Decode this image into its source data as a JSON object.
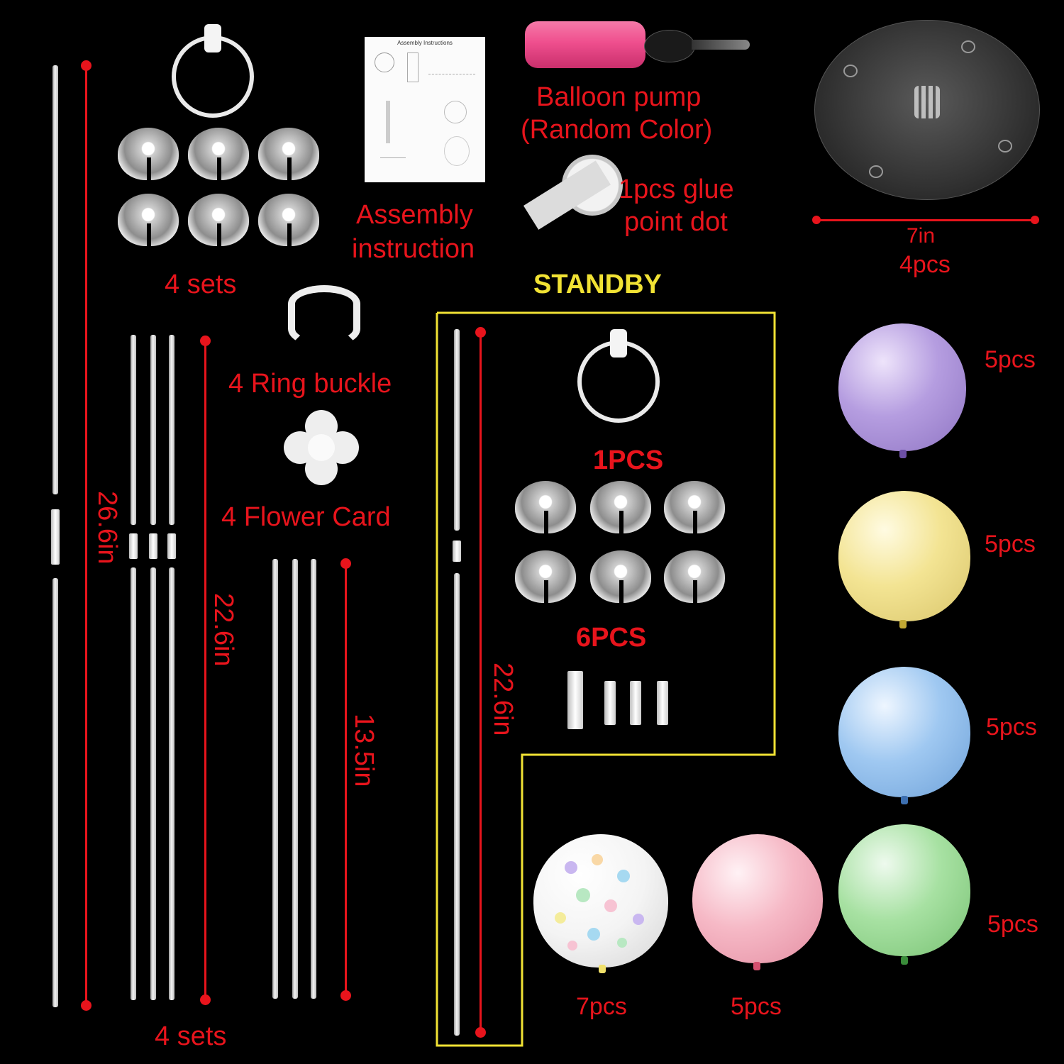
{
  "labels": {
    "ring_frame_sets": "4 sets",
    "pole_sets": "4 sets",
    "assembly": "Assembly instruction",
    "assembly_l1": "Assembly",
    "assembly_l2": "instruction",
    "pump_l1": "Balloon pump",
    "pump_l2": "(Random Color)",
    "glue_l1": "1pcs glue",
    "glue_l2": "point dot",
    "ring_buckle": "4 Ring buckle",
    "flower_card": "4 Flower Card",
    "standby": "STANDBY",
    "standby_frame": "1PCS",
    "standby_cups": "6PCS",
    "base_size": "7in",
    "base_qty": "4pcs",
    "len_long": "26.6in",
    "len_mid": "22.6in",
    "len_short": "13.5in",
    "len_standby": "22.6in",
    "instr_title": "Assembly Instructions"
  },
  "balloons": [
    {
      "name": "purple",
      "qty": "5pcs",
      "color": "#b59de0"
    },
    {
      "name": "yellow",
      "qty": "5pcs",
      "color": "#f3e493"
    },
    {
      "name": "blue",
      "qty": "5pcs",
      "color": "#9fc8f1"
    },
    {
      "name": "green",
      "qty": "5pcs",
      "color": "#a7e1a2"
    },
    {
      "name": "confetti",
      "qty": "7pcs",
      "color": "#f4f4f4"
    },
    {
      "name": "pink",
      "qty": "5pcs",
      "color": "#f6b9c6"
    }
  ],
  "colors": {
    "label_red": "#e8141c",
    "standby_yellow": "#f1e234",
    "pump_pink": "#ef4f8e"
  }
}
